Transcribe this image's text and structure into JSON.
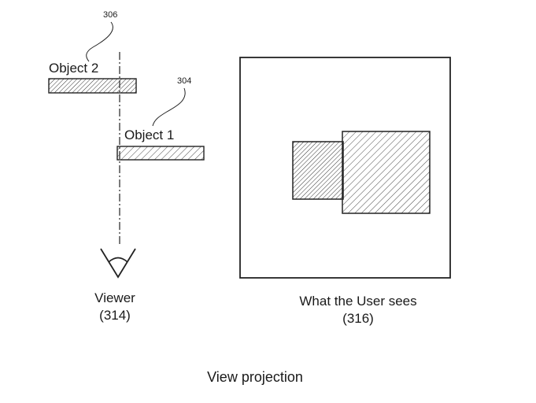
{
  "diagram": {
    "title": "View projection",
    "object2": {
      "label": "Object 2",
      "ref": "306"
    },
    "object1": {
      "label": "Object 1",
      "ref": "304"
    },
    "viewer": {
      "label": "Viewer",
      "ref": "(314)"
    },
    "view": {
      "label": "What the User sees",
      "ref": "(316)"
    }
  },
  "icons": {
    "viewer_eye": "eye-icon"
  }
}
